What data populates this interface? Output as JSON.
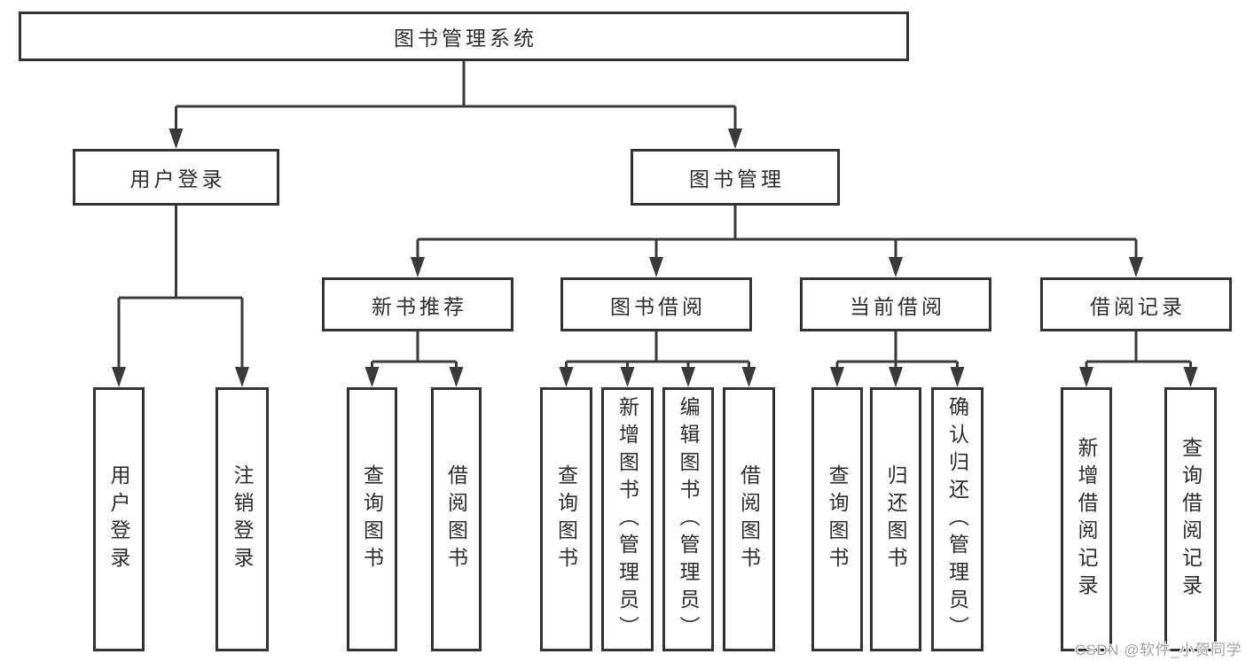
{
  "watermark": "CSDN @软件_小贺同学",
  "colors": {
    "line": "#3a3a3a",
    "border": "#333333",
    "text": "#2d2d2d",
    "watermark_text": "#9fa3aa",
    "background": "#ffffff"
  },
  "tree": {
    "root": {
      "label": "图书管理系统",
      "children": [
        {
          "label": "用户登录",
          "children": [
            {
              "label": "用户登录"
            },
            {
              "label": "注销登录"
            }
          ]
        },
        {
          "label": "图书管理",
          "children": [
            {
              "label": "新书推荐",
              "children": [
                {
                  "label": "查询图书"
                },
                {
                  "label": "借阅图书"
                }
              ]
            },
            {
              "label": "图书借阅",
              "children": [
                {
                  "label": "查询图书"
                },
                {
                  "label": "新增图书（管理员）"
                },
                {
                  "label": "编辑图书（管理员）"
                },
                {
                  "label": "借阅图书"
                }
              ]
            },
            {
              "label": "当前借阅",
              "children": [
                {
                  "label": "查询图书"
                },
                {
                  "label": "归还图书"
                },
                {
                  "label": "确认归还（管理员）"
                }
              ]
            },
            {
              "label": "借阅记录",
              "children": [
                {
                  "label": "新增借阅记录"
                },
                {
                  "label": "查询借阅记录"
                }
              ]
            }
          ]
        }
      ]
    }
  }
}
